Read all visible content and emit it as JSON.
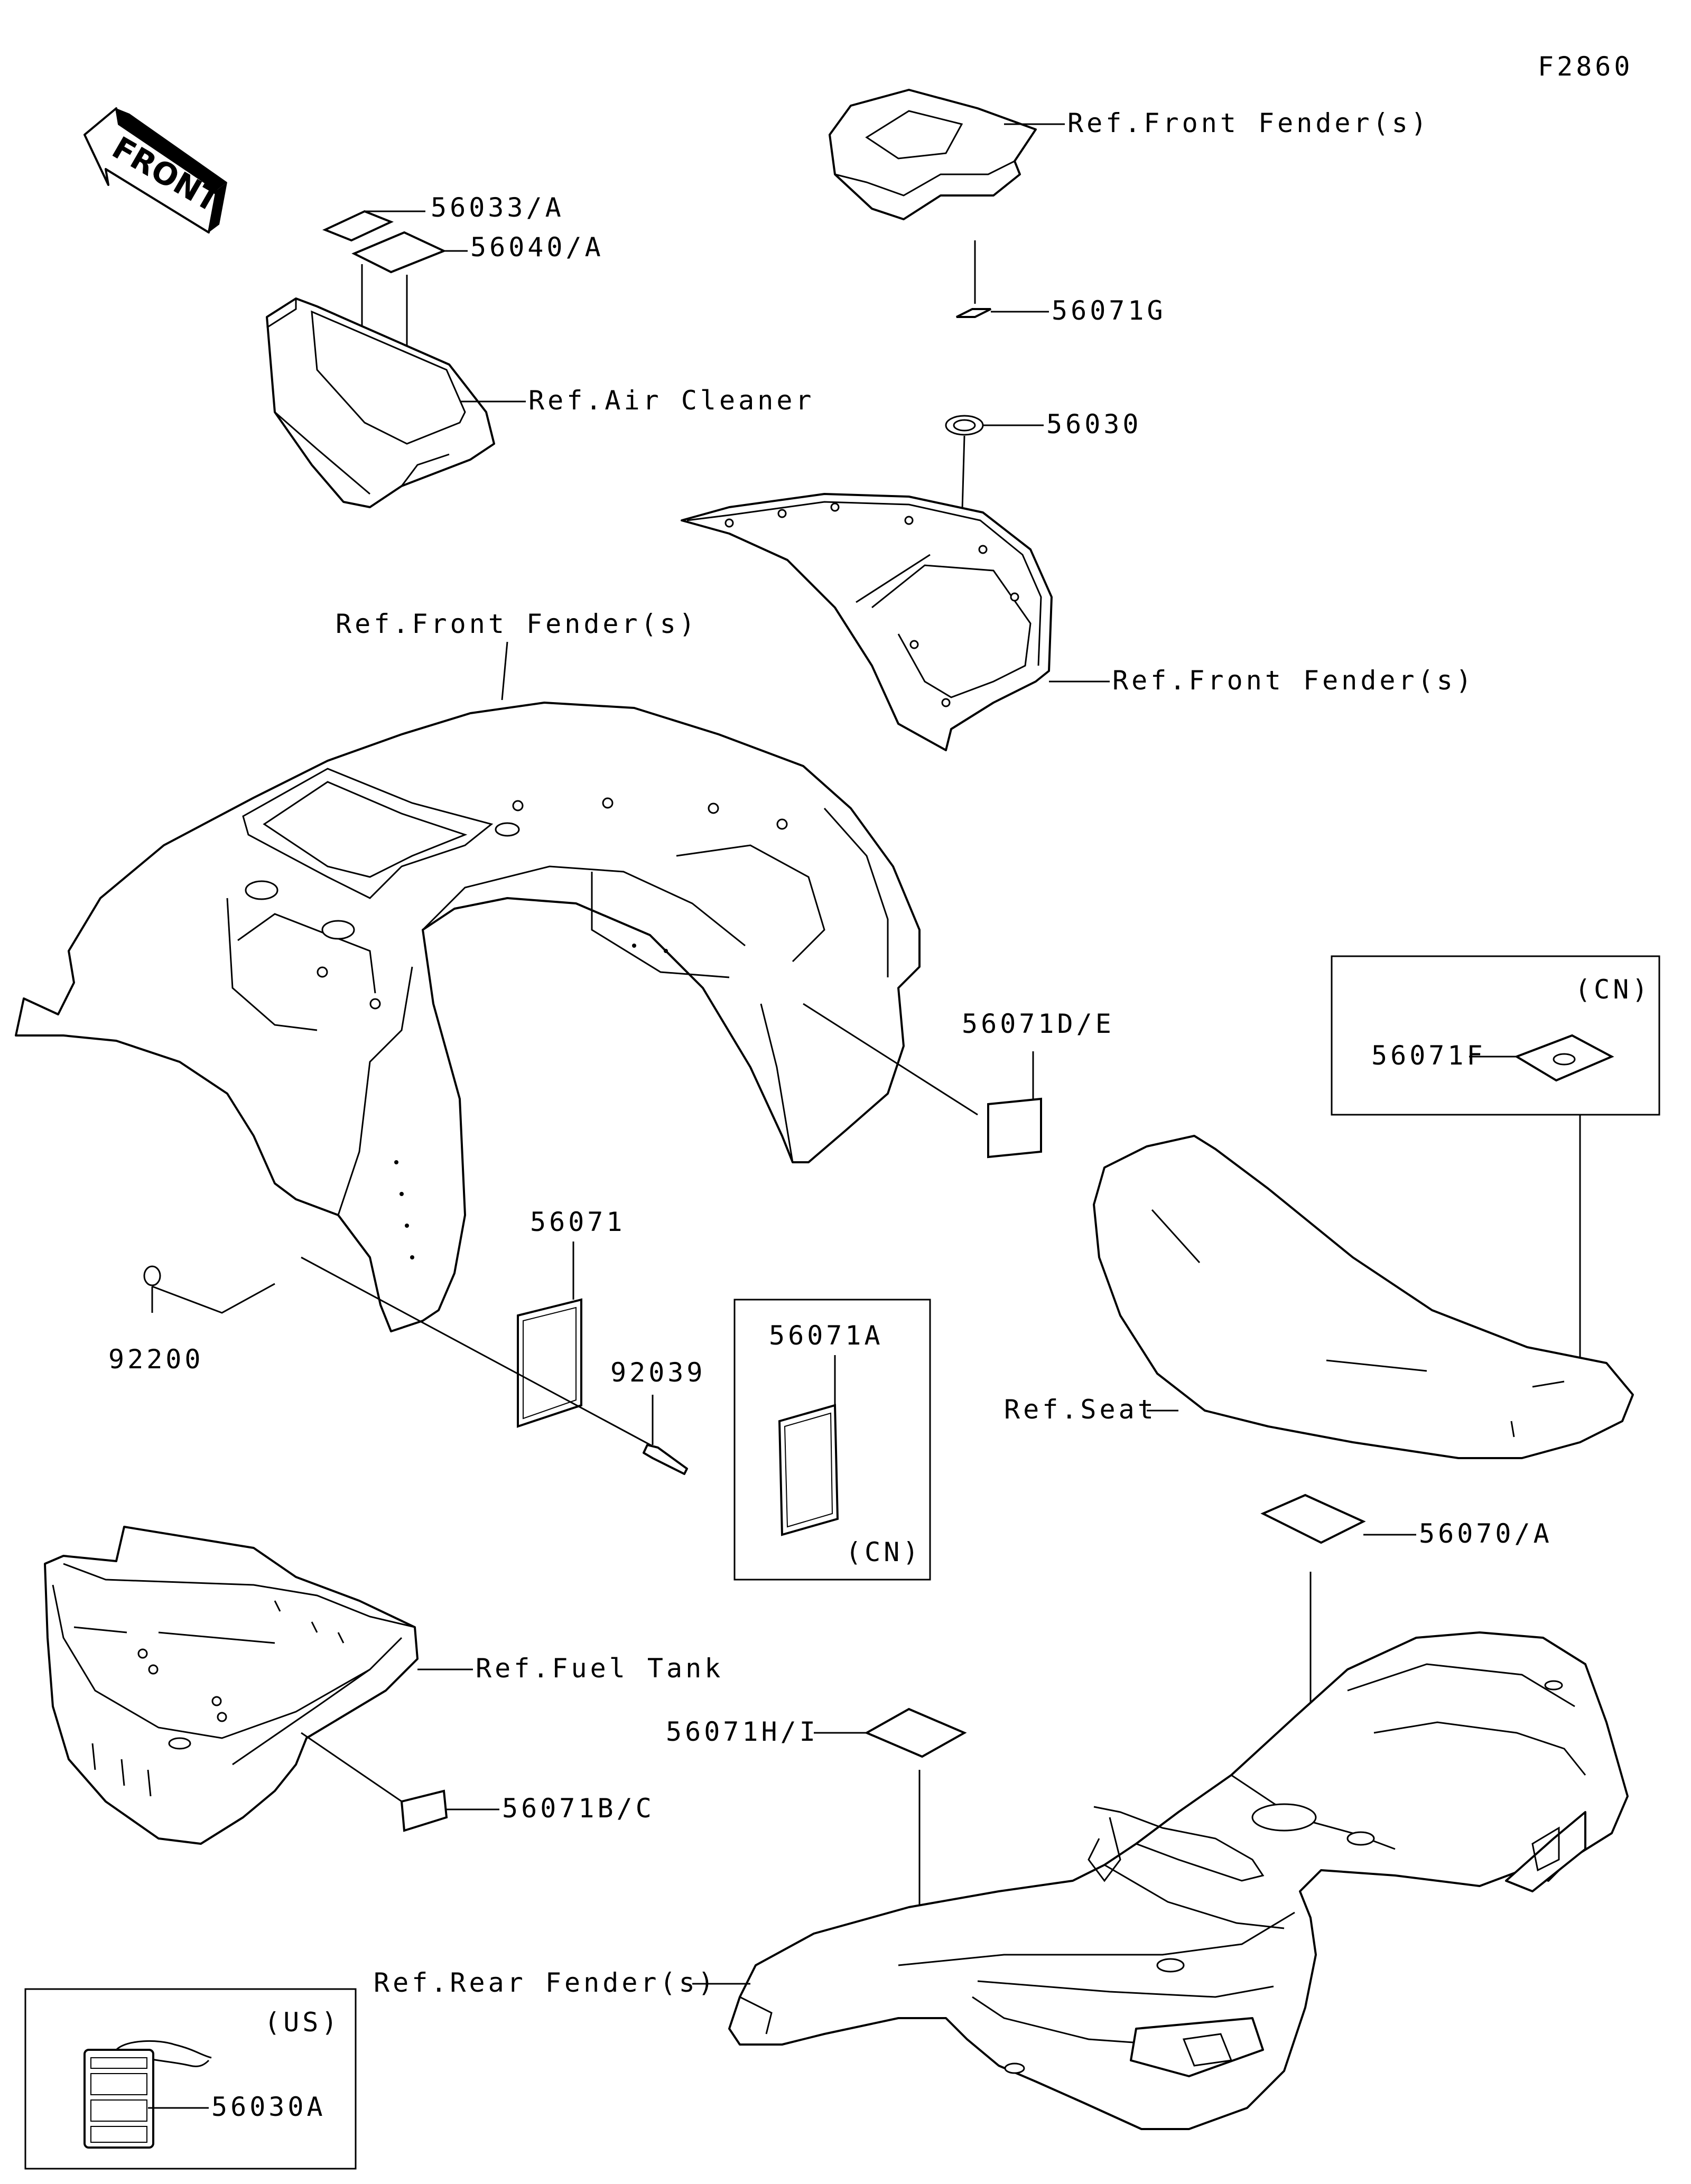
{
  "figure_code": "F2860",
  "front_arrow": {
    "label": "FRONT",
    "icon": "front-direction-arrow-icon"
  },
  "parts": {
    "p56033A": "56033/A",
    "p56040A": "56040/A",
    "p56071G": "56071G",
    "p56030": "56030",
    "p56071DE": "56071D/E",
    "p56071F": "56071F",
    "p56071": "56071",
    "p56071A": "56071A",
    "p92039": "92039",
    "p92200": "92200",
    "p56070A": "56070/A",
    "p56071HI": "56071H/I",
    "p56071BC": "56071B/C",
    "p56030A": "56030A"
  },
  "refs": {
    "front_fender_top": "Ref.Front Fender(s)",
    "air_cleaner": "Ref.Air Cleaner",
    "front_fender_mid": "Ref.Front Fender(s)",
    "front_fender_main": "Ref.Front Fender(s)",
    "seat": "Ref.Seat",
    "fuel_tank": "Ref.Fuel Tank",
    "rear_fender": "Ref.Rear Fender(s)"
  },
  "region_tags": {
    "cn_top": "(CN)",
    "cn_mid": "(CN)",
    "us": "(US)"
  }
}
